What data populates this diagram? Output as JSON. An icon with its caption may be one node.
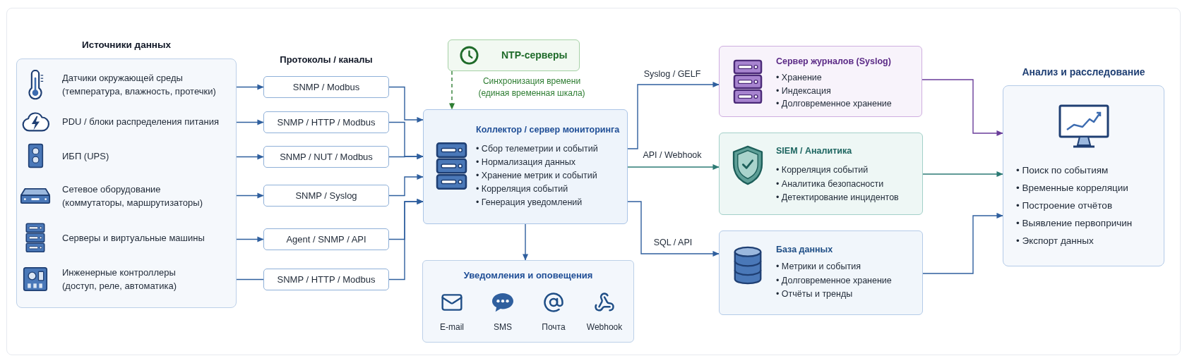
{
  "diagram": {
    "nodes": [
      {
        "text": [
          "Источники данных"
        ]
      },
      {
        "text": [
          "SNMP / Modbus"
        ]
      },
      {
        "text": [
          "SNMP / HTTP / Modbus"
        ]
      },
      {
        "text": [
          "SNMP / NUT / Modbus"
        ]
      },
      {
        "text": [
          "SNMP / Syslog"
        ]
      },
      {
        "text": [
          "Agent / SNMP / API"
        ]
      },
      {
        "text": [
          "SNMP / HTTP / Modbus"
        ]
      },
      {
        "text": [
          "NTP-серверы"
        ]
      },
      {
        "text": [
          "Коллектор / сервер мониторинга",
          "• Сбор телеметрии и событий",
          "• Нормализация данных",
          "• Хранение метрик и событий",
          "• Корреляция событий",
          "• Генерация уведомлений"
        ]
      },
      {
        "text": [
          "Уведомления и оповещения",
          "E-mail",
          "SMS",
          "Почта",
          "Webhook"
        ]
      },
      {
        "text": [
          "Сервер журналов (Syslog)",
          "• Хранение",
          "• Индексация",
          "• Долговременное хранение"
        ]
      },
      {
        "text": [
          "SIEM / Аналитика",
          "• Корреляция событий",
          "• Аналитика безопасности",
          "• Детектирование инцидентов"
        ]
      },
      {
        "text": [
          "База данных",
          "• Метрики и события",
          "• Долговременное хранение",
          "• Отчёты и тренды"
        ]
      },
      {
        "text": [
          "Анализ и расследование",
          "• Поиск по событиям",
          "• Временные корреляции",
          "• Построение отчётов",
          "• Выявление первопричин",
          "• Экспорт данных"
        ]
      }
    ],
    "edges": [
      {
        "from": 0,
        "to": 1,
        "arrow": "to"
      },
      {
        "from": 0,
        "to": 2,
        "arrow": "to"
      },
      {
        "from": 0,
        "to": 3,
        "arrow": "to"
      },
      {
        "from": 0,
        "to": 4,
        "arrow": "to"
      },
      {
        "from": 0,
        "to": 5,
        "arrow": "to"
      },
      {
        "from": 0,
        "to": 6,
        "arrow": "none"
      },
      {
        "from": 1,
        "to": 8,
        "arrow": "to"
      },
      {
        "from": 2,
        "to": 8,
        "arrow": "to"
      },
      {
        "from": 3,
        "to": 8,
        "arrow": "to"
      },
      {
        "from": 4,
        "to": 8,
        "arrow": "to"
      },
      {
        "from": 5,
        "to": 8,
        "arrow": "to"
      },
      {
        "from": 6,
        "to": 8,
        "arrow": "to"
      },
      {
        "from": 7,
        "to": 8,
        "arrow": "to",
        "label": "Синхронизация времени (единая временная шкала)",
        "style": "dashed",
        "color": "#2e7d32"
      },
      {
        "from": 8,
        "to": 9,
        "arrow": "to"
      },
      {
        "from": 8,
        "to": 10,
        "arrow": "to",
        "label": "Syslog / GELF"
      },
      {
        "from": 8,
        "to": 11,
        "arrow": "to",
        "label": "API / Webhook",
        "color": "#2b7a74"
      },
      {
        "from": 8,
        "to": 12,
        "arrow": "to",
        "label": "SQL / API"
      },
      {
        "from": 10,
        "to": 13,
        "arrow": "to",
        "color": "#6a3d9a"
      },
      {
        "from": 11,
        "to": 13,
        "arrow": "to",
        "color": "#2b7a74"
      },
      {
        "from": 12,
        "to": 13,
        "arrow": "to"
      }
    ],
    "labels": [
      "Датчики окружающей среды (температура, влажность, протечки)",
      "PDU / блоки распределения питания",
      "ИБП (UPS)",
      "Сетевое оборудование (коммутаторы, маршрутизаторы)",
      "Серверы и виртуальные машины",
      "Инженерные контроллеры (доступ, реле, автоматика)",
      "Протоколы / каналы"
    ]
  }
}
